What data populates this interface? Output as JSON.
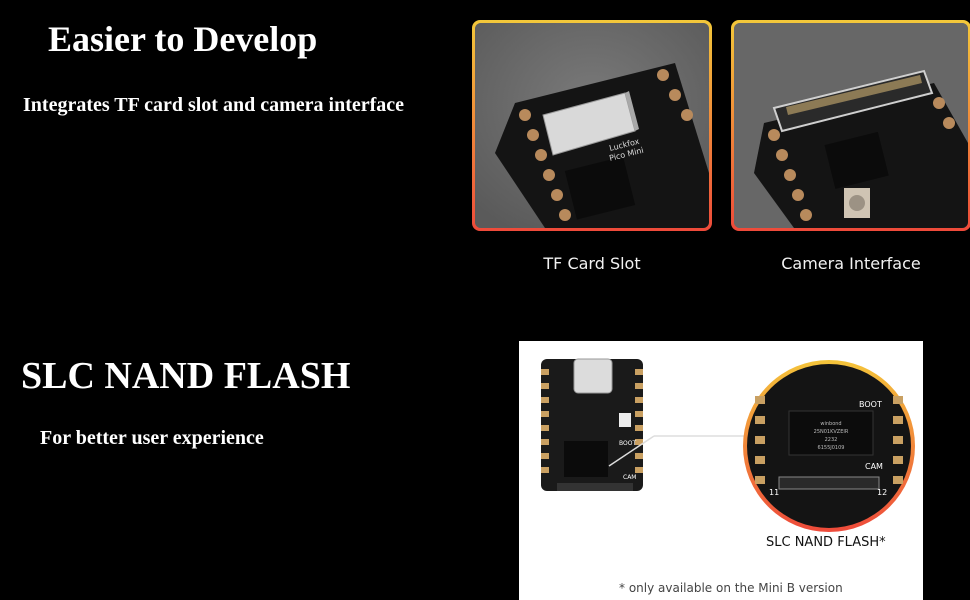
{
  "section1": {
    "title": "Easier to Develop",
    "subtitle": "Integrates TF card slot and camera interface",
    "photos": [
      {
        "caption": "TF Card Slot",
        "board_text": [
          "Luckfox",
          "Pico Mini"
        ]
      },
      {
        "caption": "Camera Interface"
      }
    ]
  },
  "section2": {
    "title": "SLC NAND FLASH",
    "subtitle": "For  better user experience",
    "panel": {
      "label": "SLC NAND FLASH*",
      "note": "* only available on the Mini B version",
      "board_labels": {
        "boot": "BOOT",
        "cam": "CAM",
        "pin_11": "11",
        "pin_12": "12"
      },
      "chip_text": [
        "winbond",
        "25N01KVZEIR",
        "2232",
        "6155J0109"
      ]
    }
  },
  "colors": {
    "background": "#000000",
    "frame_gradient_start": "#f3c83a",
    "frame_gradient_end": "#ee4a3a"
  }
}
